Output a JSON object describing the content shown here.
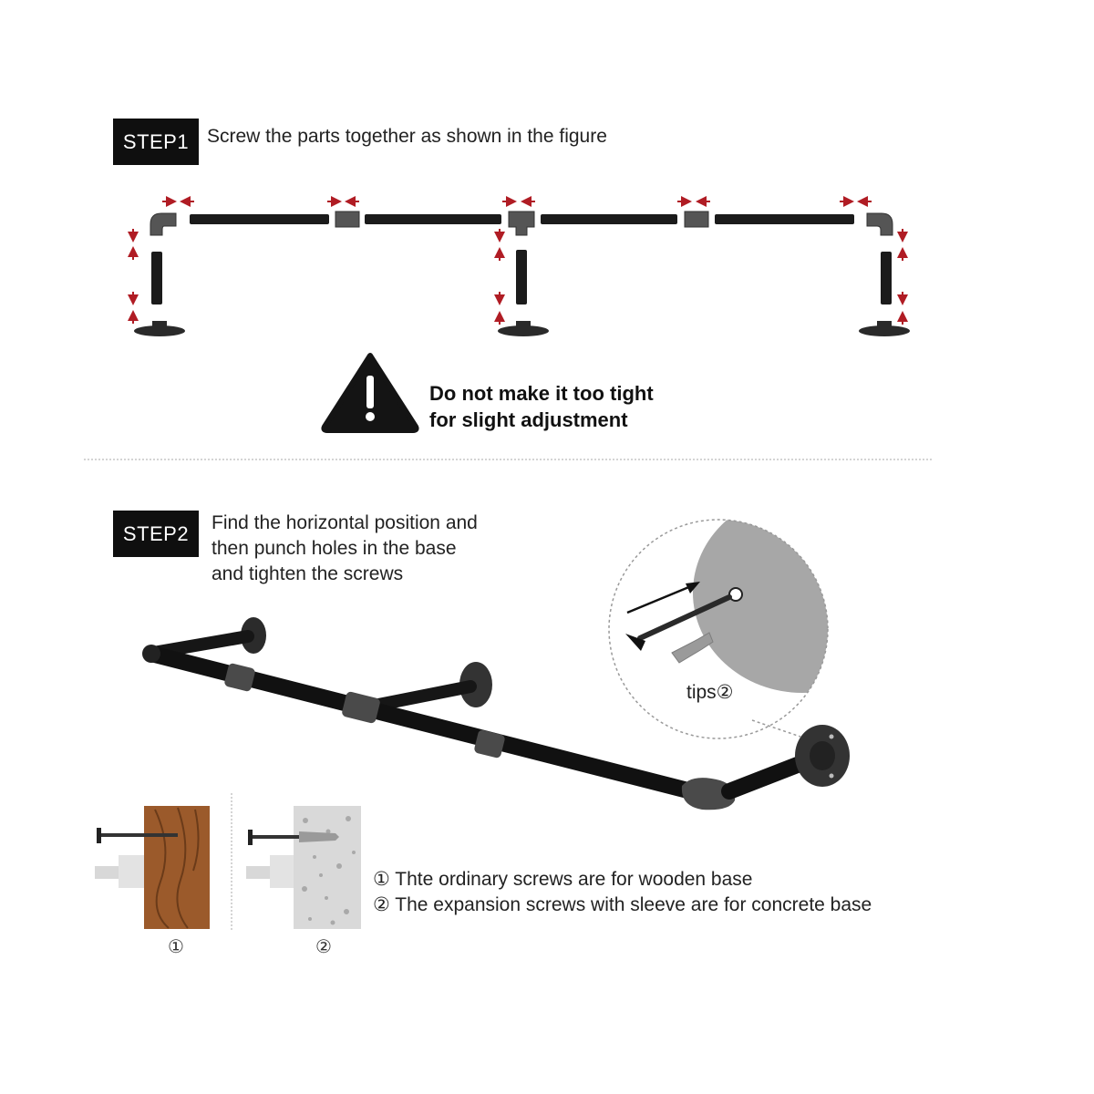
{
  "step1": {
    "badge": "STEP1",
    "instruction": "Screw  the  parts together as shown in the figure",
    "warning_line1": "Do not make it too tight",
    "warning_line2": "for slight adjustment"
  },
  "step2": {
    "badge": "STEP2",
    "instruction_line1": "Find the horizontal position and",
    "instruction_line2": "then punch holes in the base",
    "instruction_line3": "and tighten the screws",
    "tips_label": "tips②",
    "wood_label": "①",
    "concrete_label": "②",
    "note1": "① Thte ordinary screws are for wooden base",
    "note2": "② The expansion screws with sleeve are for concrete base"
  },
  "colors": {
    "badge_bg": "#0f0f0f",
    "pipe": "#1b1b1b",
    "arrow": "#b01c24",
    "wood": "#9b5a2b",
    "concrete": "#d9d9d9",
    "wall_gray": "#bcbcbc"
  },
  "icons": [
    "warning-triangle-icon",
    "direction-arrow-icon",
    "screw-icon",
    "anchor-sleeve-icon"
  ]
}
